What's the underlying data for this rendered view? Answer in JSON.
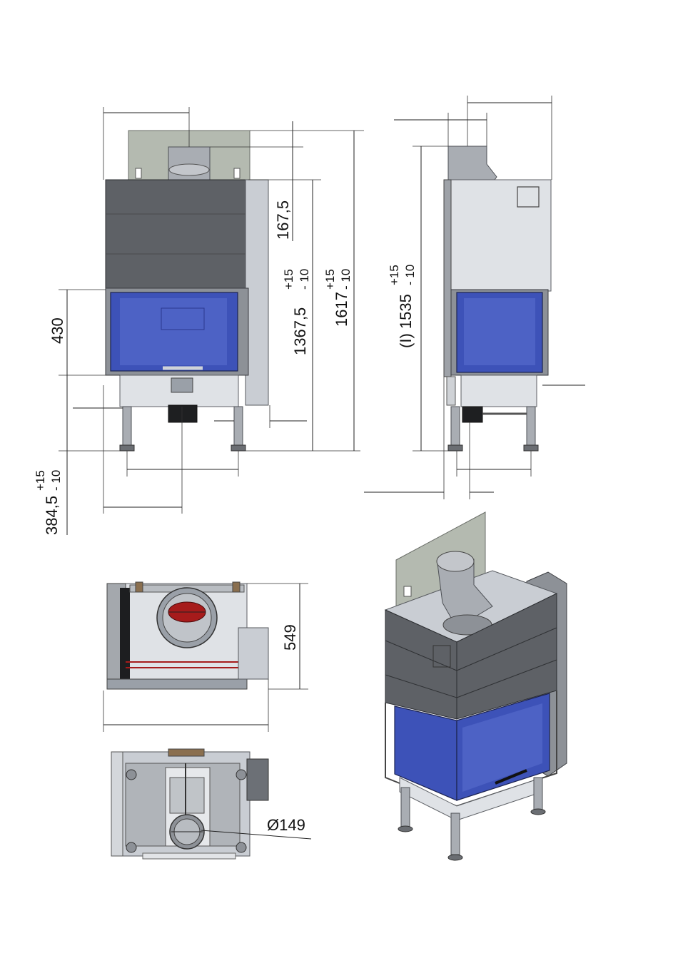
{
  "dimensions": {
    "d1675": "167,5",
    "d13675": "1367,5",
    "d13675_tol_plus": "+15",
    "d13675_tol_minus": "- 10",
    "d1617": "1617",
    "d1617_tol_plus": "+15",
    "d1617_tol_minus": "- 10",
    "d430": "430",
    "d3845": "384,5",
    "d3845_tol_plus": "+15",
    "d3845_tol_minus": "- 10",
    "d1535": "(I) 1535",
    "d1535_tol_plus": "+15",
    "d1535_tol_minus": "- 10",
    "d549": "549",
    "dia149": "Ø149"
  },
  "colors": {
    "glass": "#3d52b8",
    "body": "#5e6166",
    "flue_red": "#a61b1b"
  }
}
